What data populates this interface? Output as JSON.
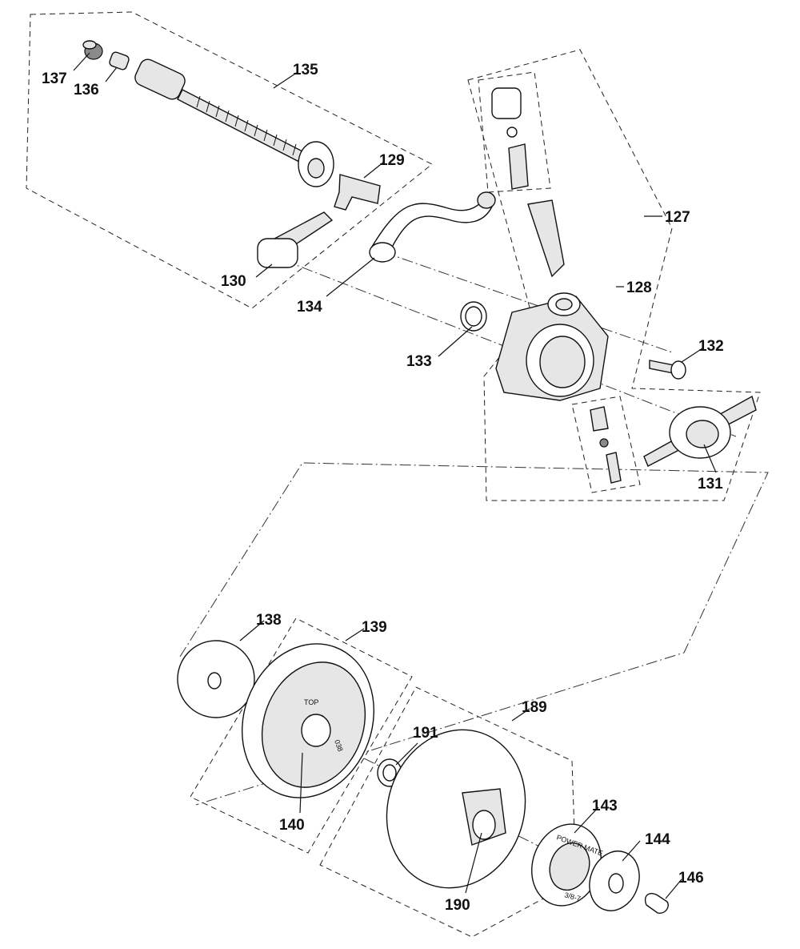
{
  "diagram": {
    "callouts": [
      {
        "id": "c137",
        "label": "137"
      },
      {
        "id": "c136",
        "label": "136"
      },
      {
        "id": "c135",
        "label": "135"
      },
      {
        "id": "c129",
        "label": "129"
      },
      {
        "id": "c130",
        "label": "130"
      },
      {
        "id": "c134",
        "label": "134"
      },
      {
        "id": "c133",
        "label": "133"
      },
      {
        "id": "c127",
        "label": "127"
      },
      {
        "id": "c128",
        "label": "128"
      },
      {
        "id": "c132",
        "label": "132"
      },
      {
        "id": "c131",
        "label": "131"
      },
      {
        "id": "c138",
        "label": "138"
      },
      {
        "id": "c139",
        "label": "139"
      },
      {
        "id": "c189",
        "label": "189"
      },
      {
        "id": "c191",
        "label": "191"
      },
      {
        "id": "c140",
        "label": "140"
      },
      {
        "id": "c143",
        "label": "143"
      },
      {
        "id": "c144",
        "label": "144"
      },
      {
        "id": "c146",
        "label": "146"
      },
      {
        "id": "c190",
        "label": "190"
      }
    ],
    "part_markings": {
      "clutch_top": "TOP",
      "clutch_size": "038",
      "rim_sprocket_brand": "POWER MATE",
      "rim_sprocket_pitch": "3/8-7"
    }
  }
}
